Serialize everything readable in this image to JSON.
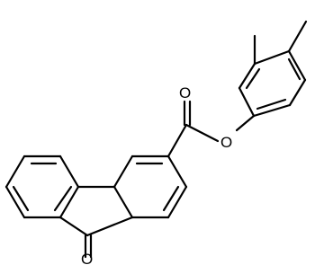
{
  "molecule": {
    "atom_labels": {
      "carbonyl_oxygen_ester": "O",
      "ester_oxygen": "O",
      "ketone_oxygen": "O"
    }
  }
}
